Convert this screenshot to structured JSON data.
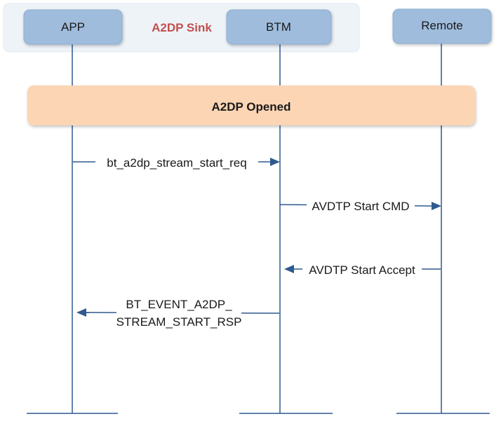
{
  "group": {
    "title": "A2DP Sink",
    "title_color": "#c0504d"
  },
  "participants": [
    {
      "id": "app",
      "label": "APP"
    },
    {
      "id": "btm",
      "label": "BTM"
    },
    {
      "id": "remote",
      "label": "Remote"
    }
  ],
  "banner": {
    "label": "A2DP Opened"
  },
  "messages": [
    {
      "id": "start-req",
      "from": "APP",
      "to": "BTM",
      "lines": [
        "bt_a2dp_stream_start_req"
      ]
    },
    {
      "id": "start-cmd",
      "from": "BTM",
      "to": "Remote",
      "lines": [
        "AVDTP Start CMD"
      ]
    },
    {
      "id": "start-accept",
      "from": "Remote",
      "to": "BTM",
      "lines": [
        "AVDTP Start Accept"
      ]
    },
    {
      "id": "start-rsp",
      "from": "BTM",
      "to": "APP",
      "lines": [
        "BT_EVENT_A2DP_",
        "STREAM_START_RSP"
      ]
    }
  ],
  "colors": {
    "participant_fill": "#9fbcdd",
    "participant_border": "#8fb0d4",
    "group_fill": "#eef3f8",
    "banner_fill": "#fcd5b4",
    "line": "#2f5a8f"
  }
}
